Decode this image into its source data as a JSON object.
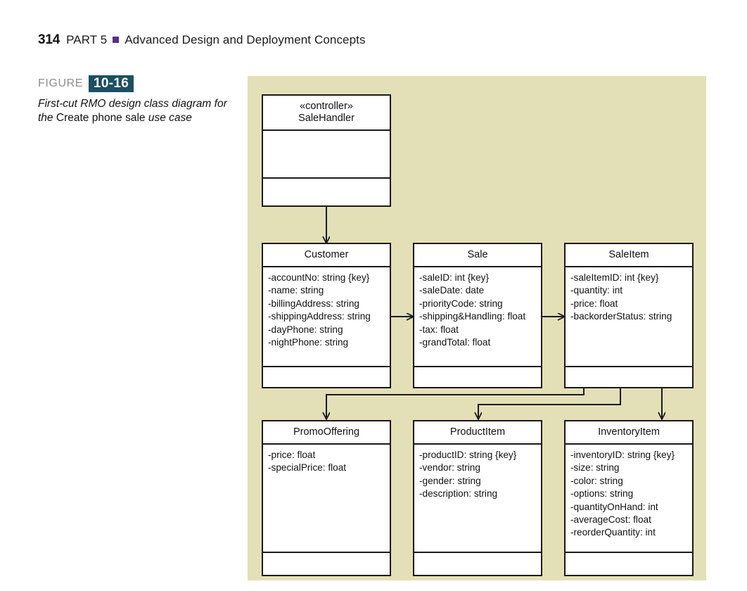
{
  "page": {
    "number": "314",
    "part_label": "PART 5",
    "part_title": "Advanced Design and Deployment Concepts",
    "bullet_color": "#5b2d85"
  },
  "figure": {
    "word": "FIGURE",
    "badge": "10-16",
    "badge_color": "#1b4f63",
    "caption_part1": "First-cut RMO design class diagram for",
    "caption_part2": "the",
    "caption_part3": "Create phone sale",
    "caption_part4": "use case"
  },
  "diagram": {
    "background_color": "#e3e0b7",
    "line_color": "#1a1a1a",
    "box_fill": "#ffffff",
    "classes": [
      {
        "id": "salehandler",
        "stereotype": "«controller»",
        "name": "SaleHandler",
        "attributes": [],
        "operations": []
      },
      {
        "id": "customer",
        "stereotype": "",
        "name": "Customer",
        "attributes": [
          "-accountNo: string {key}",
          "-name: string",
          "-billingAddress: string",
          "-shippingAddress: string",
          "-dayPhone: string",
          "-nightPhone: string"
        ],
        "operations": []
      },
      {
        "id": "sale",
        "stereotype": "",
        "name": "Sale",
        "attributes": [
          "-saleID: int {key}",
          "-saleDate: date",
          "-priorityCode: string",
          "-shipping&Handling: float",
          "-tax: float",
          "-grandTotal: float"
        ],
        "operations": []
      },
      {
        "id": "saleitem",
        "stereotype": "",
        "name": "SaleItem",
        "attributes": [
          "-saleItemID: int {key}",
          "-quantity: int",
          "-price: float",
          "-backorderStatus: string"
        ],
        "operations": []
      },
      {
        "id": "promooffering",
        "stereotype": "",
        "name": "PromoOffering",
        "attributes": [
          "-price: float",
          "-specialPrice: float"
        ],
        "operations": []
      },
      {
        "id": "productitem",
        "stereotype": "",
        "name": "ProductItem",
        "attributes": [
          "-productID: string {key}",
          "-vendor: string",
          "-gender: string",
          "-description: string"
        ],
        "operations": []
      },
      {
        "id": "inventoryitem",
        "stereotype": "",
        "name": "InventoryItem",
        "attributes": [
          "-inventoryID: string {key}",
          "-size: string",
          "-color: string",
          "-options: string",
          "-quantityOnHand: int",
          "-averageCost: float",
          "-reorderQuantity: int"
        ],
        "operations": []
      }
    ],
    "relationships": [
      {
        "from": "salehandler",
        "to": "customer",
        "kind": "navigable-association"
      },
      {
        "from": "customer",
        "to": "sale",
        "kind": "navigable-association"
      },
      {
        "from": "sale",
        "to": "saleitem",
        "kind": "navigable-association"
      },
      {
        "from": "saleitem",
        "to": "promooffering",
        "kind": "navigable-association"
      },
      {
        "from": "saleitem",
        "to": "productitem",
        "kind": "navigable-association"
      },
      {
        "from": "saleitem",
        "to": "inventoryitem",
        "kind": "navigable-association"
      }
    ]
  }
}
